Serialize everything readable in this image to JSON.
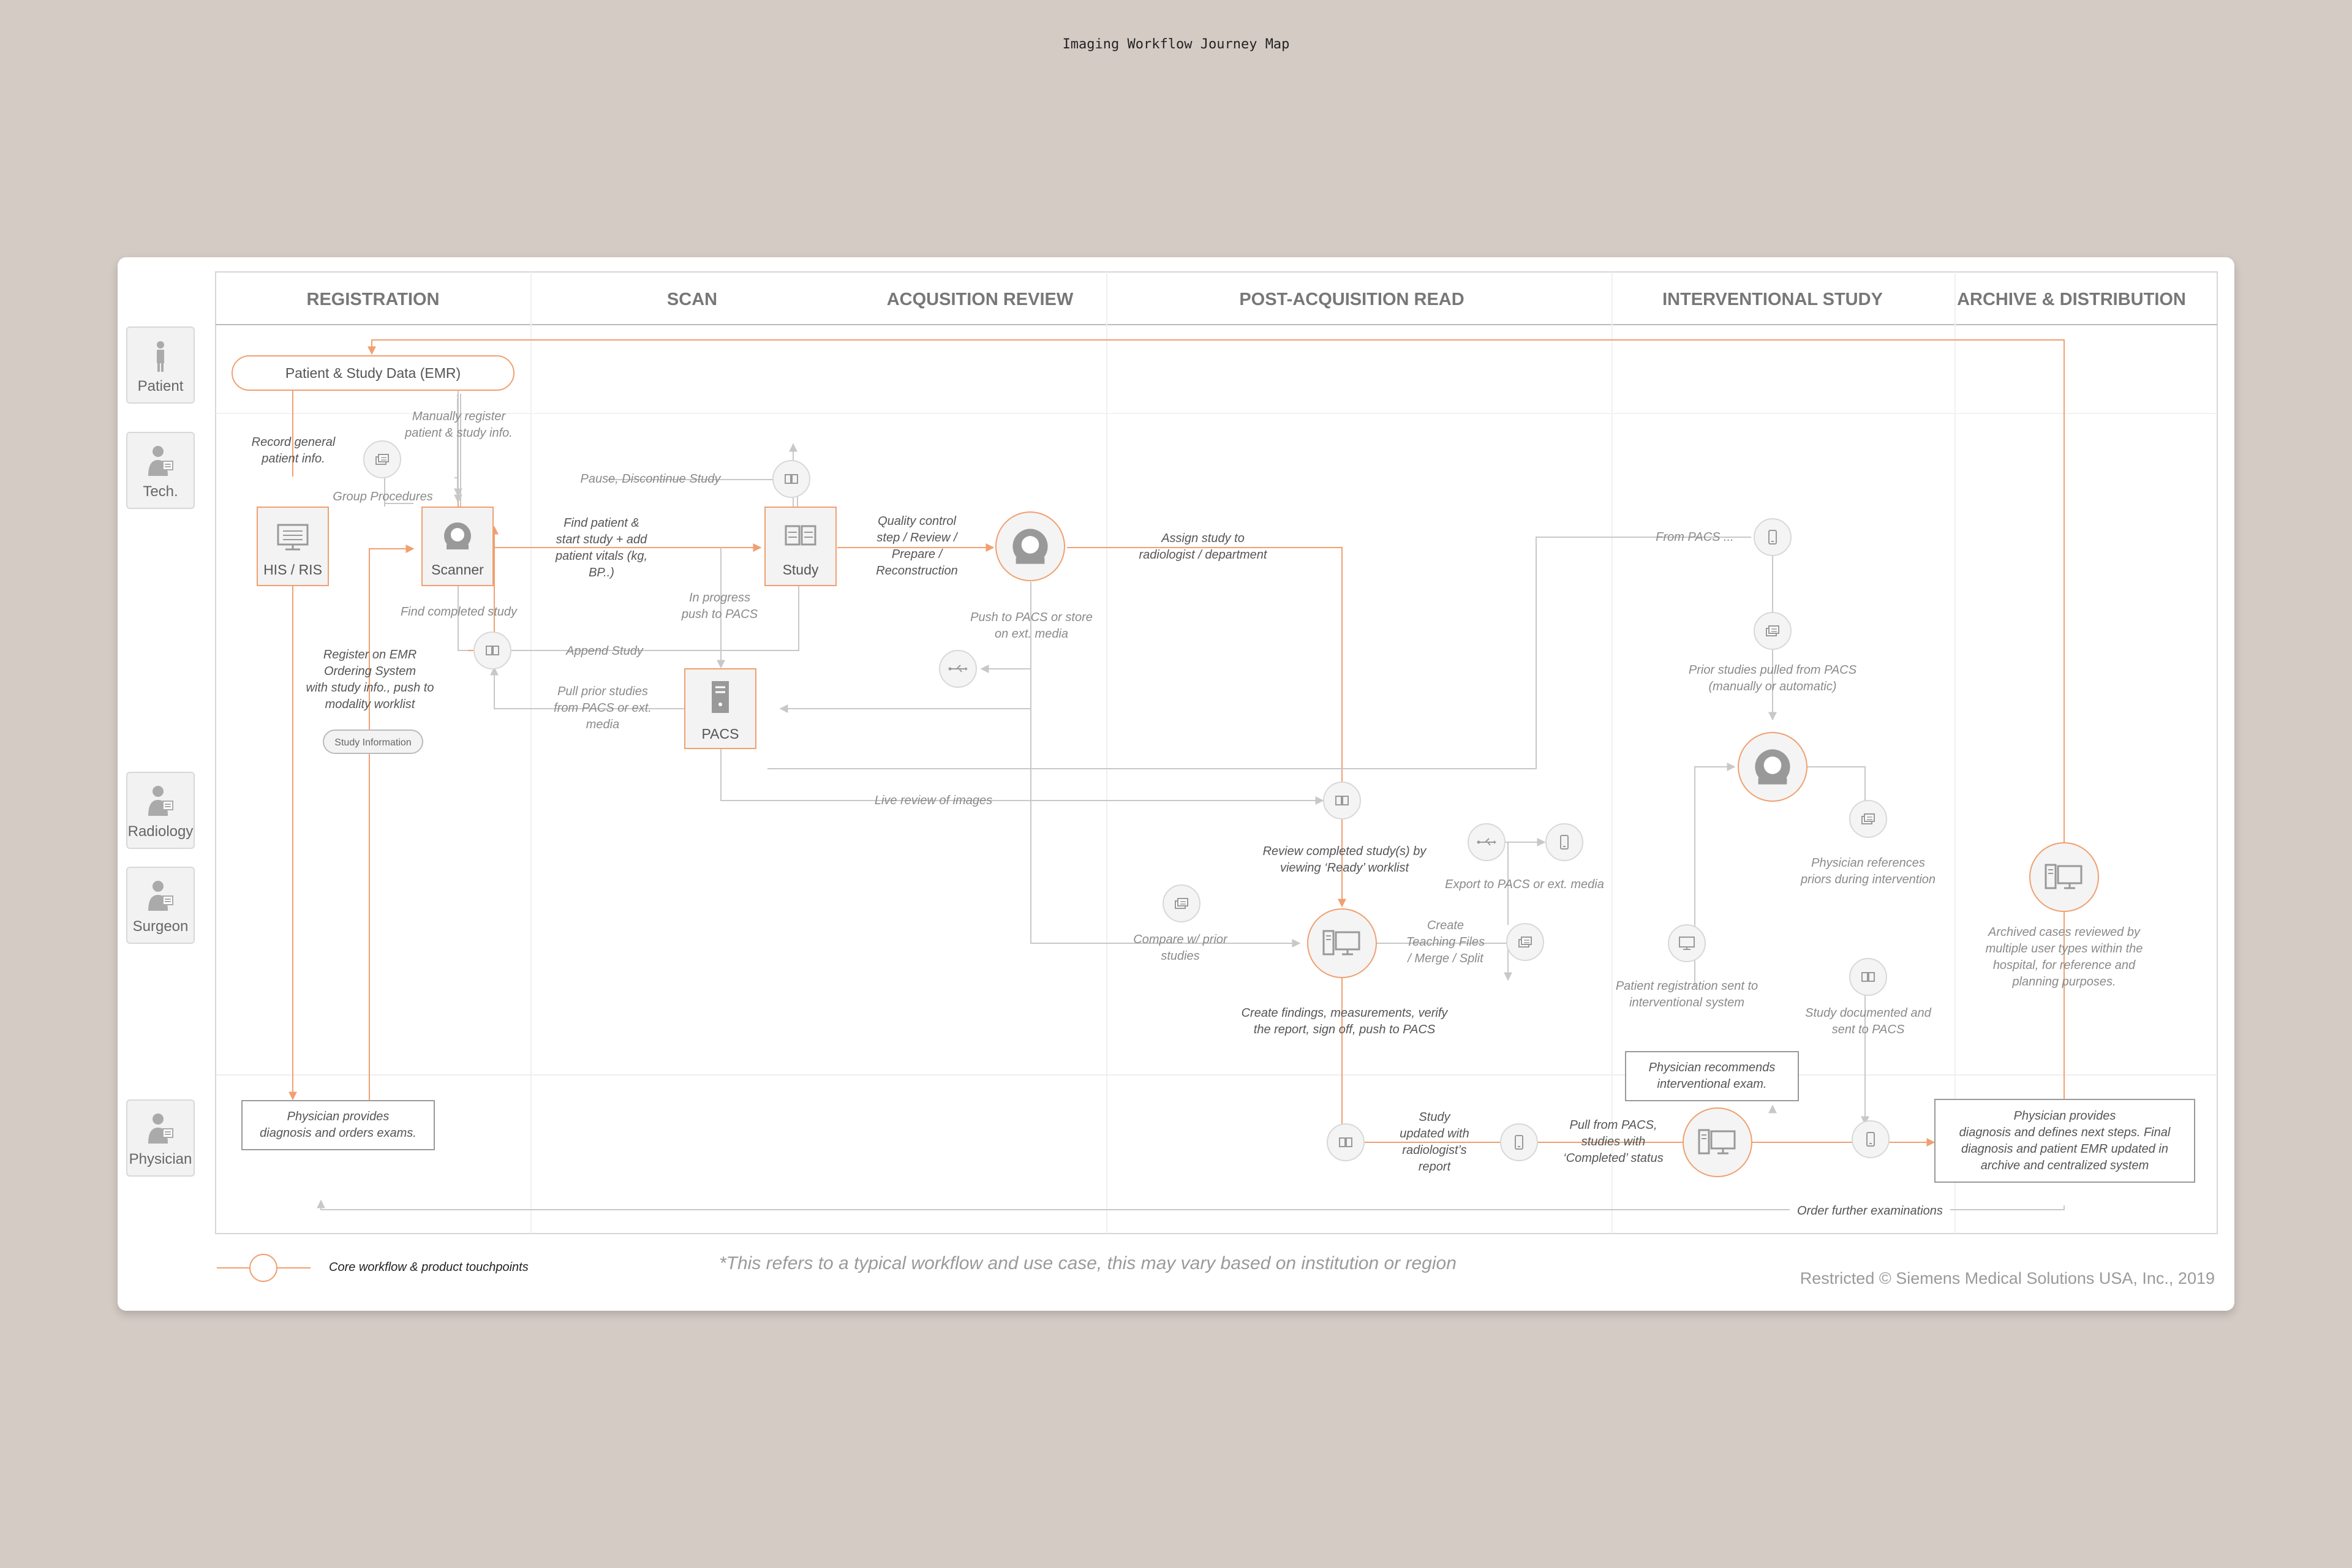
{
  "title": "Imaging Workflow Journey Map",
  "stages": [
    "REGISTRATION",
    "SCAN",
    "ACQUSITION  REVIEW",
    "POST-ACQUISITION READ",
    "INTERVENTIONAL STUDY",
    "ARCHIVE & DISTRIBUTION"
  ],
  "roles": [
    "Patient",
    "Tech.",
    "Radiology",
    "Surgeon",
    "Physician"
  ],
  "nodes": {
    "emr": "Patient & Study Data (EMR)",
    "his_ris": "HIS / RIS",
    "scanner": "Scanner",
    "study": "Study",
    "pacs": "PACS",
    "study_information": "Study Information",
    "physician_orders": [
      "Physician provides",
      "diagnosis and orders exams."
    ],
    "physician_recommends": [
      "Physician recommends",
      "interventional exam."
    ],
    "physician_final": [
      "Physician provides",
      "diagnosis and defines next steps. Final",
      "diagnosis and patient EMR updated in",
      "archive and centralized  system"
    ]
  },
  "annotations": {
    "record_general": [
      "Record general",
      "patient info."
    ],
    "manually_register": [
      "Manually register",
      "patient & study info."
    ],
    "group_procedures": "Group Procedures",
    "pause": "Pause, Discontinue Study",
    "find_patient": [
      "Find patient &",
      "start study + add",
      "patient vitals (kg,",
      "BP..)"
    ],
    "quality_control": [
      "Quality control",
      "step / Review /",
      "Prepare /",
      "Reconstruction"
    ],
    "assign_study": [
      "Assign study to",
      "radiologist / department"
    ],
    "find_completed": "Find completed study",
    "in_progress": [
      "In progress",
      "push to PACS"
    ],
    "append_study": "Append Study",
    "push_to_pacs": [
      "Push to PACS or store",
      "on ext. media"
    ],
    "register_emr": [
      "Register on EMR",
      "Ordering System",
      "with study info., push to",
      "modality worklist"
    ],
    "pull_prior": [
      "Pull prior studies",
      "from PACS or ext.",
      "media"
    ],
    "live_review": "Live review of images",
    "from_pacs": "From PACS ...",
    "prior_pulled": [
      "Prior studies pulled from PACS",
      "(manually or automatic)"
    ],
    "review_completed": [
      "Review completed study(s) by",
      "viewing ‘Ready’ worklist"
    ],
    "export_pacs": "Export to PACS or ext. media",
    "teaching_files": [
      "Create",
      "Teaching Files",
      "/ Merge / Split"
    ],
    "compare_prior": [
      "Compare w/ prior",
      "studies"
    ],
    "physician_references": [
      "Physician references",
      "priors during intervention"
    ],
    "archived_cases": [
      "Archived cases reviewed by",
      "multiple user types within the",
      "hospital, for reference and",
      "planning purposes."
    ],
    "patient_reg_sent": [
      "Patient registration sent to",
      "interventional system"
    ],
    "study_documented": [
      "Study documented and",
      "sent to PACS"
    ],
    "create_findings": [
      "Create findings, measurements, verify",
      "the report, sign off, push to PACS"
    ],
    "study_updated": [
      "Study",
      "updated with",
      "radiologist’s",
      "report"
    ],
    "pull_from_pacs": [
      "Pull from PACS,",
      "studies with",
      "‘Completed’ status"
    ],
    "order_further": "Order further examinations"
  },
  "legend": "Core workflow & product touchpoints",
  "footnote": "*This refers to a typical workflow and use case, this may vary based on institution or region",
  "copyright": "Restricted © Siemens Medical Solutions USA, Inc., 2019",
  "colors": {
    "accent": "#f0a070",
    "gray_line": "#c8c8c8",
    "background": "#d5cbc5"
  }
}
